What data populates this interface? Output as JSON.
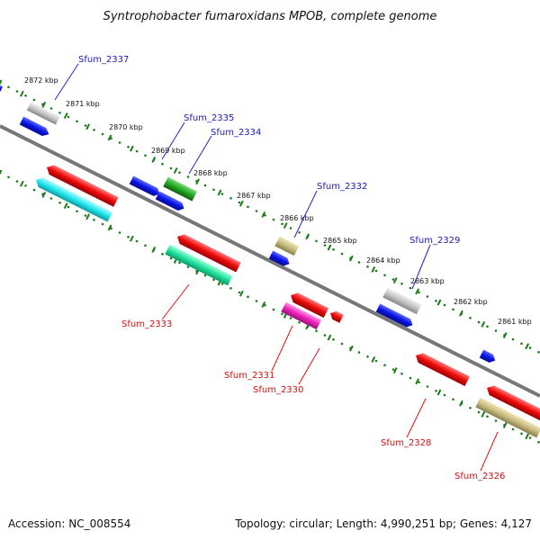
{
  "title": "Syntrophobacter fumaroxidans MPOB, complete genome",
  "footer": {
    "accession": "Accession: NC_008554",
    "topology": "Topology: circular; Length: 4,990,251 bp; Genes: 4,127"
  },
  "scale_labels": [
    "2872 kbp",
    "2871 kbp",
    "2870 kbp",
    "2869 kbp",
    "2868 kbp",
    "2867 kbp",
    "2866 kbp",
    "2865 kbp",
    "2864 kbp",
    "2863 kbp",
    "2862 kbp",
    "2861 kbp"
  ],
  "gene_labels": {
    "sfum_2337": "Sfum_2337",
    "sfum_2335": "Sfum_2335",
    "sfum_2334": "Sfum_2334",
    "sfum_2332": "Sfum_2332",
    "sfum_2329": "Sfum_2329",
    "sfum_2333": "Sfum_2333",
    "sfum_2331": "Sfum_2331",
    "sfum_2330": "Sfum_2330",
    "sfum_2328": "Sfum_2328",
    "sfum_2326": "Sfum_2326"
  },
  "colors": {
    "backbone": "#777777",
    "blue": "#0a14e6",
    "red": "#ee0a0a",
    "gray": "#c4c4c4",
    "green": "#22aa22",
    "olive": "#c8bc80",
    "cyan": "#22e8ee",
    "teal": "#22e3a0",
    "magenta": "#ee22bb",
    "tick": "#1a7a1a"
  }
}
